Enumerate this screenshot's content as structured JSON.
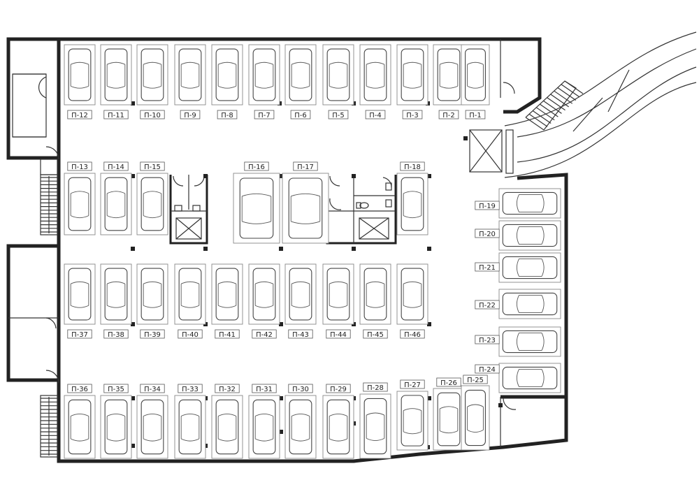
{
  "colors": {
    "wall": "#222222",
    "line": "#444444",
    "label_border": "#555555"
  },
  "icons": {
    "car": "car-icon",
    "elevator": "elevator-icon",
    "stairs": "staircase-icon",
    "toilet": "toilet-icon",
    "sink": "sink-icon",
    "ramp": "ramp-icon"
  },
  "spaces": {
    "row_top": [
      "П-12",
      "П-11",
      "П-10",
      "П-9",
      "П-8",
      "П-7",
      "П-6",
      "П-5",
      "П-4",
      "П-3",
      "П-2",
      "П-1"
    ],
    "row_upper_mid_left": [
      "П-13",
      "П-14",
      "П-15"
    ],
    "row_upper_mid_center": [
      "П-16",
      "П-17"
    ],
    "row_upper_mid_right": [
      "П-18"
    ],
    "row_lower_mid": [
      "П-37",
      "П-38",
      "П-39",
      "П-40",
      "П-41",
      "П-42",
      "П-43",
      "П-44",
      "П-45",
      "П-46"
    ],
    "row_bottom": [
      "П-36",
      "П-35",
      "П-34",
      "П-33",
      "П-32",
      "П-31",
      "П-30",
      "П-29",
      "П-28",
      "П-27",
      "П-26",
      "П-25"
    ],
    "column_right": [
      "П-19",
      "П-20",
      "П-21",
      "П-22",
      "П-23",
      "П-24"
    ]
  }
}
